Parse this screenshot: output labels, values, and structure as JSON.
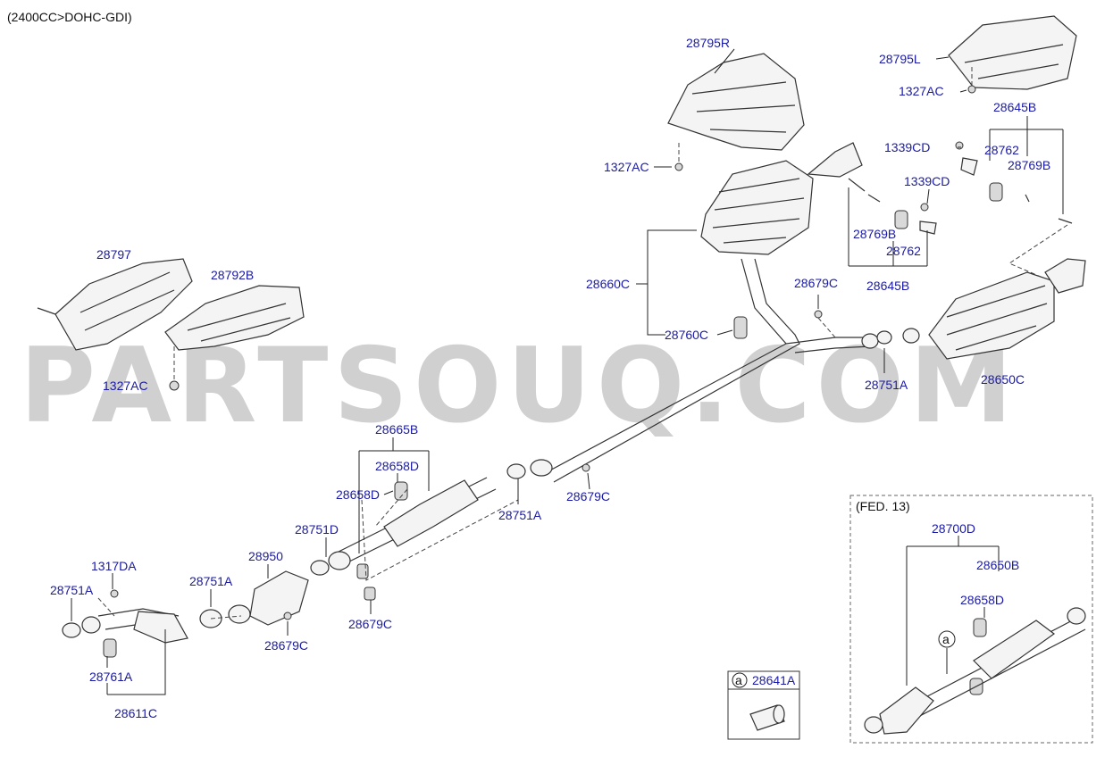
{
  "engine_header": "(2400CC>DOHC-GDI)",
  "watermark": "PARTSOUQ.COM",
  "fed_box_title": "(FED. 13)",
  "detail_ref": "a",
  "labels": {
    "p28795R": "28795R",
    "p28795L": "28795L",
    "p1327AC_r": "1327AC",
    "p1327AC_l": "1327AC",
    "p1327AC_w": "1327AC",
    "p28645B_top": "28645B",
    "p1339CD_a": "1339CD",
    "p1339CD_b": "1339CD",
    "p28762_a": "28762",
    "p28762_b": "28762",
    "p28769B_a": "28769B",
    "p28769B_b": "28769B",
    "p28645B_bot": "28645B",
    "p28797": "28797",
    "p28792B": "28792B",
    "p28660C": "28660C",
    "p28760C": "28760C",
    "p28679C_a": "28679C",
    "p28679C_b": "28679C",
    "p28679C_c": "28679C",
    "p28679C_d": "28679C",
    "p28751A_a": "28751A",
    "p28751A_b": "28751A",
    "p28751A_c": "28751A",
    "p28751A_d": "28751A",
    "p28650C": "28650C",
    "p28665B": "28665B",
    "p28658D_a": "28658D",
    "p28658D_b": "28658D",
    "p28658D_c": "28658D",
    "p28751D": "28751D",
    "p28950": "28950",
    "p1317DA": "1317DA",
    "p28761A": "28761A",
    "p28611C": "28611C",
    "p28700D": "28700D",
    "p28650B": "28650B",
    "p28641A": "28641A"
  }
}
